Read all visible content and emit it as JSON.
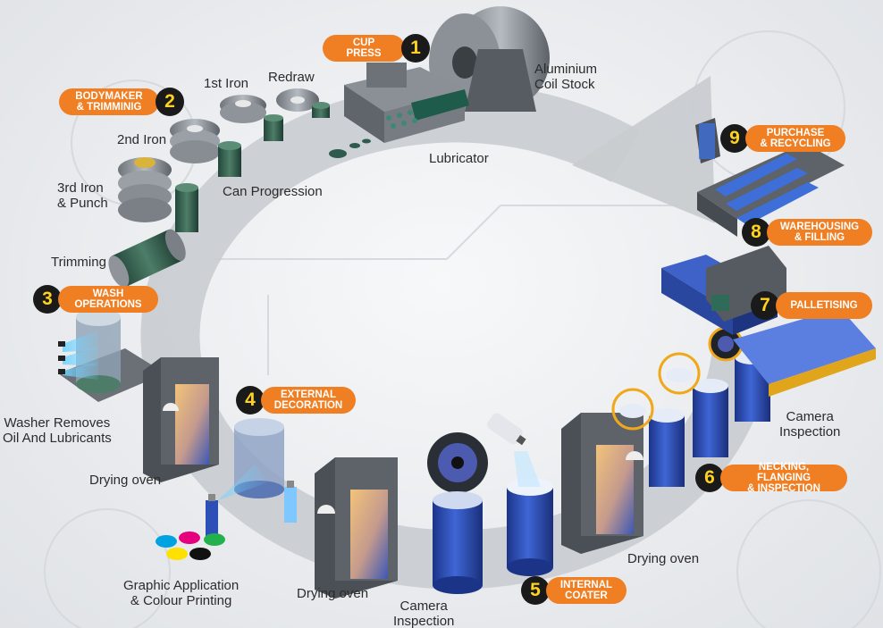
{
  "steps": [
    {
      "number": "1",
      "label": "CUP PRESS"
    },
    {
      "number": "2",
      "label": "BODYMAKER\n& TRIMMINIG"
    },
    {
      "number": "3",
      "label": "WASH\nOPERATIONS"
    },
    {
      "number": "4",
      "label": "EXTERNAL\nDECORATION"
    },
    {
      "number": "5",
      "label": "INTERNAL\nCOATER"
    },
    {
      "number": "6",
      "label": "NECKING, FLANGING\n& INSPECTION"
    },
    {
      "number": "7",
      "label": "PALLETISING"
    },
    {
      "number": "8",
      "label": "WAREHOUSING\n& FILLING"
    },
    {
      "number": "9",
      "label": "PURCHASE\n& RECYCLING"
    }
  ],
  "labels": {
    "coil": "Aluminium\nCoil Stock",
    "lubricator": "Lubricator",
    "redraw": "Redraw",
    "iron1": "1st Iron",
    "iron2": "2nd Iron",
    "iron3": "3rd Iron\n& Punch",
    "can_progression": "Can Progression",
    "trimming": "Trimming",
    "washer": "Washer Removes\nOil And Lubricants",
    "drying_oven_1": "Drying oven",
    "graphic": "Graphic Application\n& Colour Printing",
    "drying_oven_2": "Drying oven",
    "camera_1": "Camera\nInspection",
    "drying_oven_3": "Drying oven",
    "camera_2": "Camera\nInspection"
  },
  "colors": {
    "accent_orange": "#f07e22",
    "badge_dark": "#1a1a1a",
    "badge_number": "#ffd21f",
    "can_blue": "#2d4fb8",
    "machine_grey": "#5d6368",
    "track_grey": "#c9ccd0"
  },
  "ink_colors": [
    "#00a3e0",
    "#e6007e",
    "#ffe100",
    "#111111",
    "#22b14c"
  ]
}
